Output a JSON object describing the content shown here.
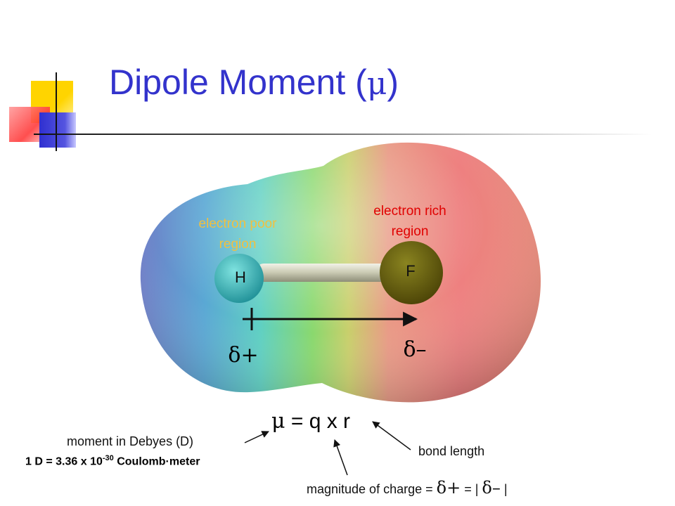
{
  "slide": {
    "title": "Dipole Moment (",
    "title_symbol": "μ",
    "title_close": ")"
  },
  "molecule": {
    "rich_line1": "electron rich",
    "rich_line2": "region",
    "poor_line1": "electron poor",
    "poor_line2": "region",
    "atom_h": "H",
    "atom_f": "F",
    "delta_plus": "δ+",
    "delta_minus": "δ–",
    "colors": {
      "rich_label": "#e00000",
      "poor_label": "#f0c040",
      "title": "#3333cc"
    }
  },
  "formula": {
    "mu": "μ",
    "rest": " = q x r"
  },
  "notes": {
    "moment": "moment in Debyes (D)",
    "bond_length": "bond length",
    "conversion_lhs": "1 D = 3.36 x 10",
    "conversion_exp": "-30",
    "conversion_rhs": " Coulomb·meter",
    "magnitude_text": "magnitude of charge = ",
    "magnitude_plus": "δ+",
    "magnitude_eq": " = | ",
    "magnitude_minus": "δ–",
    "magnitude_end": " |"
  }
}
